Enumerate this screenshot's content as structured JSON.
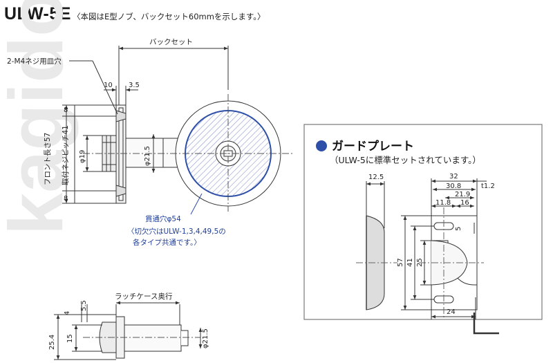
{
  "header": {
    "model": "ULW-5E",
    "note": "〈本図はE型ノブ、バックセット60mmを示します。〉"
  },
  "watermark": "kagidown",
  "main_view": {
    "backset_label": "バックセット",
    "screw_hole_label": "2-M4ネジ用皿穴",
    "dim_10": "10",
    "dim_3_5": "3.5",
    "front_length": "フロント長さ57",
    "mount_pitch": "取付ネジピッチ41",
    "dim_8_top": "8",
    "dim_8_bottom": "8",
    "phi19": "φ19",
    "phi21_5": "φ21.5",
    "through_hole": "貫通穴φ54",
    "cutout_note_1": "〈切欠穴はULW-1,3,4,49,5の",
    "cutout_note_2": "各タイプ共通です。〉"
  },
  "side_view": {
    "latch_depth": "ラッチケース奥行",
    "dim_5_5": "5.5",
    "dim_4": "4",
    "dim_25_4": "25.4",
    "dim_15": "15",
    "phi21_5": "φ21.5"
  },
  "guard_plate": {
    "title": "ガードプレート",
    "note": "（ULW-5に標準セットされています。）",
    "dims": {
      "d12_5": "12.5",
      "d32": "32",
      "d30_8": "30.8",
      "t1_2": "t1.2",
      "d21_9": "21.9",
      "d11_8": "11.8",
      "d16": "16",
      "d5": "5",
      "d57": "57",
      "d41": "41",
      "d25": "25",
      "d24": "24"
    }
  },
  "colors": {
    "accent_blue": "#2d4fa8",
    "hatch_blue": "#9aa9d8",
    "line": "#333333"
  }
}
